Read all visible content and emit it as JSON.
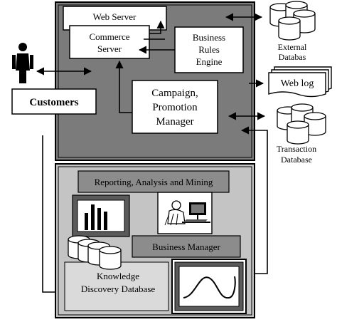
{
  "labels": {
    "web_server": "Web Server",
    "commerce_server_line1": "Commerce",
    "commerce_server_line2": "Server",
    "business_rules_line1": "Business",
    "business_rules_line2": "Rules",
    "business_rules_line3": "Engine",
    "campaign_line1": "Campaign,",
    "campaign_line2": "Promotion",
    "campaign_line3": "Manager",
    "customers": "Customers",
    "external_line1": "External",
    "external_line2": "Databas",
    "web_log": "Web log",
    "transaction_line1": "Transaction",
    "transaction_line2": "Database",
    "reporting": "Reporting, Analysis and Mining",
    "business_manager": "Business Manager",
    "kdd_line1": "Knowledge",
    "kdd_line2": "Discovery Database"
  },
  "icons": {
    "person": "person-icon",
    "bar_chart": "bar-chart-icon",
    "manager_workstation": "manager-workstation-icon",
    "database": "database-icon",
    "wave_chart": "wave-chart-icon",
    "document_stack": "document-stack-icon"
  },
  "colors": {
    "top_panel": "#7b7b7b",
    "bottom_panel": "#c4c4c4",
    "reporting_bar": "#8c8c8c",
    "kdd_panel": "#dadada",
    "ink": "#000000",
    "paper": "#ffffff"
  }
}
